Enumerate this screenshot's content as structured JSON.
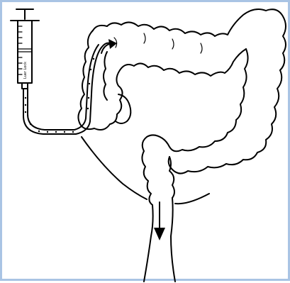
{
  "figure": {
    "frame_color": "#a9c4e4",
    "stroke_color": "#000000",
    "background": "#ffffff",
    "syringe_label": "Luer Lock",
    "icons": [
      "syringe-icon",
      "catheter-tube",
      "colon-outline",
      "rectum-outline",
      "flow-arrow-curved",
      "flow-arrow-down"
    ]
  }
}
